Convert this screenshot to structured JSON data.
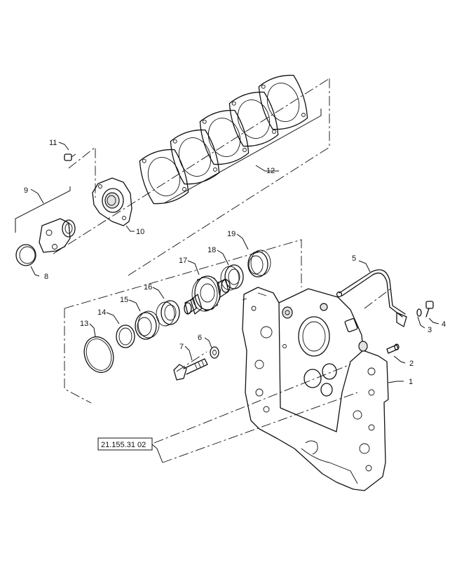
{
  "callouts": {
    "c1": "1",
    "c2": "2",
    "c3": "3",
    "c4": "4",
    "c5": "5",
    "c6": "6",
    "c7": "7",
    "c8": "8",
    "c9": "9",
    "c10": "10",
    "c11": "11",
    "c12": "12",
    "c13": "13",
    "c14": "14",
    "c15": "15",
    "c16": "16",
    "c17": "17",
    "c18": "18",
    "c19": "19"
  },
  "reference": {
    "code": "21.155.31 02"
  }
}
